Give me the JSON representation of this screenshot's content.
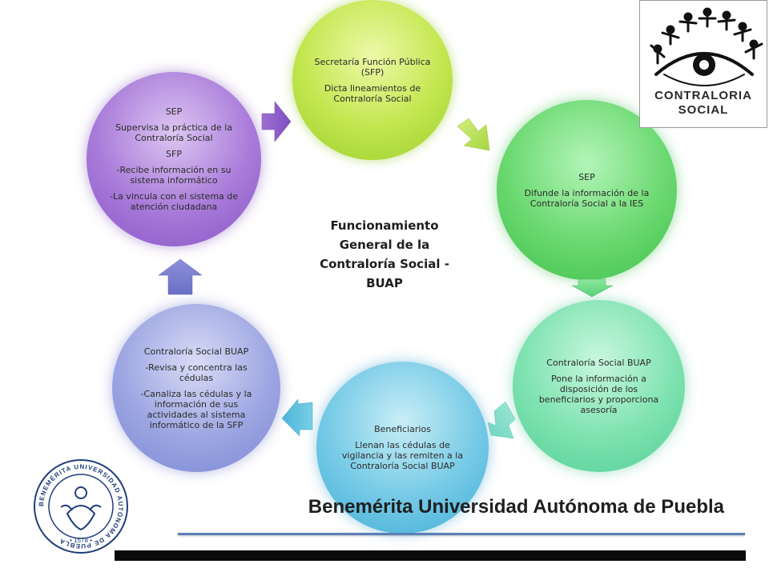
{
  "nodes": {
    "sfp": {
      "title": "Secretaría Función Pública (SFP)",
      "desc": "Dicta lineamientos de Contraloría Social"
    },
    "sep": {
      "title": "SEP",
      "desc": "Difunde la información de la Contraloría Social a la IES"
    },
    "cs_buap_right": {
      "title": "Contraloría Social BUAP",
      "desc": "Pone la información a disposición de los beneficiarios y proporciona asesoría"
    },
    "beneficiarios": {
      "title": "Beneficiarios",
      "desc": "Llenan las cédulas de vigilancia y las remiten a la Contraloría Social BUAP"
    },
    "cs_buap_left": {
      "title": "Contraloría Social BUAP",
      "item1": "-Revisa y concentra las cédulas",
      "item2": "-Canaliza las cédulas y la información de sus actividades al sistema informático de la SFP"
    },
    "sep_sfp": {
      "title": "SEP",
      "desc": "Supervisa la práctica de la Contraloría Social",
      "sub_title": "SFP",
      "item1": "-Recibe información en su sistema informático",
      "item2": "-La vincula con el sistema de atención ciudadana"
    }
  },
  "center_title": "Funcionamiento General de la Contraloría Social - BUAP",
  "footer_title": "Benemérita Universidad Autónoma de Puebla",
  "logos": {
    "contraloria_text_1": "CONTRALORIA",
    "contraloria_text_2": "SOCIAL",
    "buap_ring_text": "BENEMÉRITA UNIVERSIDAD AUTÓNOMA DE PUEBLA",
    "buap_year": "1578"
  },
  "colors": {
    "green_light": "#c2e64e",
    "green": "#6ad86f",
    "mint": "#7ee2b0",
    "sky": "#74c9e6",
    "periwinkle": "#9da6e2",
    "purple": "#a87ad9",
    "footer_line": "#5b7fb8"
  }
}
